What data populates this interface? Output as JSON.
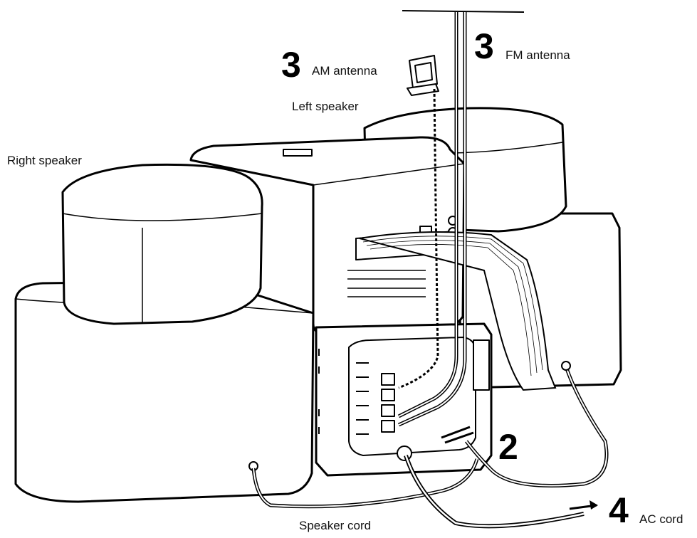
{
  "labels": {
    "am_number": "3",
    "am_text": "AM antenna",
    "fm_number": "3",
    "fm_text": "FM antenna",
    "left_speaker": "Left speaker",
    "right_speaker": "Right speaker",
    "step2_number": "2",
    "step4_number": "4",
    "ac_cord": "AC cord",
    "speaker_cord": "Speaker cord"
  }
}
